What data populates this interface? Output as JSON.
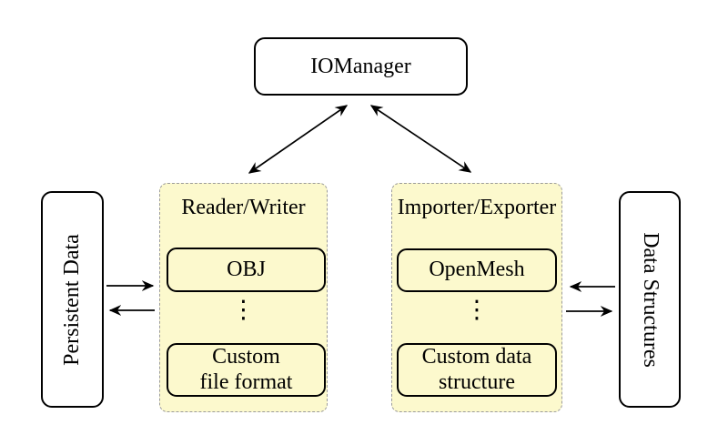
{
  "colors": {
    "background": "#ffffff",
    "group_fill": "#fcf9cd",
    "group_border": "#9b9b9b",
    "node_fill": "#ffffff",
    "node_border": "#000000",
    "text": "#000000",
    "arrow": "#000000"
  },
  "nodes": {
    "iomanager": {
      "label": "IOManager"
    },
    "persistent_data": {
      "label": "Persistent Data"
    },
    "data_structures": {
      "label": "Data Structures"
    }
  },
  "groups": {
    "reader_writer": {
      "label": "Reader/Writer",
      "vdots": "⋮",
      "items": [
        {
          "label": "OBJ"
        },
        {
          "label": "Custom\nfile format"
        }
      ]
    },
    "importer_exporter": {
      "label": "Importer/Exporter",
      "vdots": "⋮",
      "items": [
        {
          "label": "OpenMesh"
        },
        {
          "label": "Custom data\nstructure"
        }
      ]
    }
  }
}
